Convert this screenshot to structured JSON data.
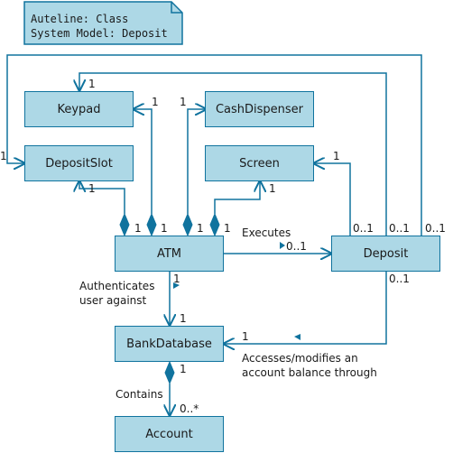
{
  "note": {
    "line1": "Auteline: Class",
    "line2": "System Model: Deposit"
  },
  "classes": {
    "keypad": "Keypad",
    "cash_dispenser": "CashDispenser",
    "deposit_slot": "DepositSlot",
    "screen": "Screen",
    "atm": "ATM",
    "deposit": "Deposit",
    "bank_database": "BankDatabase",
    "account": "Account"
  },
  "associations": {
    "executes": "Executes",
    "authenticates_1": "Authenticates",
    "authenticates_2": "user against",
    "accesses_1": "Accesses/modifies an",
    "accesses_2": "account balance through",
    "contains": "Contains"
  },
  "multiplicities": {
    "keypad_top": "1",
    "keypad_atm": "1",
    "cash_atm": "1",
    "deposit_slot_left": "1",
    "screen_deposit": "1",
    "deposit_slot_atm": "1",
    "screen_atm": "1",
    "atm_slot": "1",
    "atm_keypad": "1",
    "atm_cash": "1",
    "atm_screen": "1",
    "deposit_a": "0..1",
    "deposit_b": "0..1",
    "deposit_c": "0..1",
    "executes_mult": "0..1",
    "atm_auth": "1",
    "bank_auth": "1",
    "deposit_bank": "0..1",
    "bank_access": "1",
    "bank_contains": "1",
    "account_contains": "0..*"
  },
  "colors": {
    "fill": "#add8e6",
    "stroke": "#10739e"
  }
}
